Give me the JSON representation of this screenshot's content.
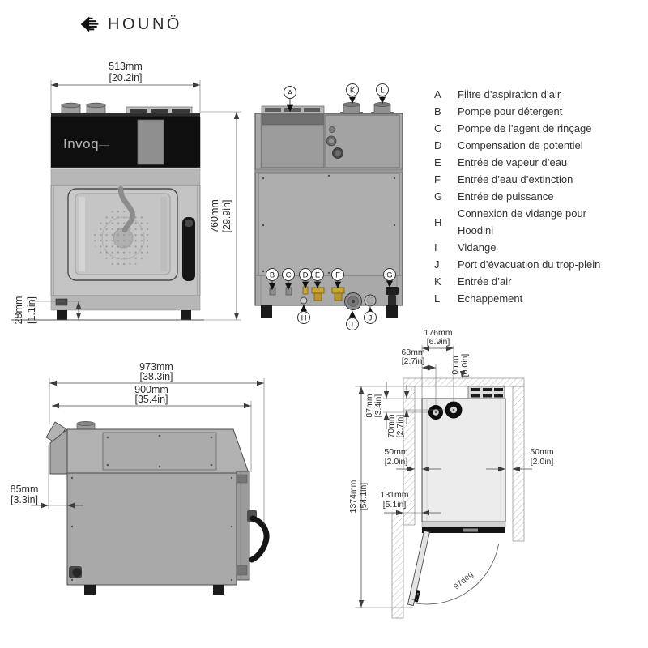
{
  "brand": {
    "name": "HOUNÖ"
  },
  "product": {
    "name": "Invoq"
  },
  "legend": {
    "items": [
      {
        "key": "A",
        "label": "Filtre d’aspiration d’air"
      },
      {
        "key": "B",
        "label": "Pompe pour détergent"
      },
      {
        "key": "C",
        "label": "Pompe de l’agent de rinçage"
      },
      {
        "key": "D",
        "label": "Compensation de potentiel"
      },
      {
        "key": "E",
        "label": "Entrée de vapeur d’eau"
      },
      {
        "key": "F",
        "label": "Entrée d’eau d’extinction"
      },
      {
        "key": "G",
        "label": "Entrée de puissance"
      },
      {
        "key": "H",
        "label": "Connexion de vidange pour",
        "label2": "Hoodini"
      },
      {
        "key": "I",
        "label": "Vidange"
      },
      {
        "key": "J",
        "label": "Port d’évacuation du trop-plein"
      },
      {
        "key": "K",
        "label": "Entrée d’air"
      },
      {
        "key": "L",
        "label": "Echappement"
      }
    ]
  },
  "front_view": {
    "width_mm": "513mm",
    "width_in": "[20.2in]",
    "height_mm": "760mm",
    "height_in": "[29.9in]",
    "feet_mm": "28mm",
    "feet_in": "[1.1in]"
  },
  "side_view": {
    "total_depth_mm": "973mm",
    "total_depth_in": "[38.3in]",
    "body_depth_mm": "900mm",
    "body_depth_in": "[35.4in]",
    "rear_clearance_mm": "85mm",
    "rear_clearance_in": "[3.3in]"
  },
  "installation_view": {
    "pipe2_offset_mm": "176mm",
    "pipe2_offset_in": "[6.9in]",
    "pipe1_offset_mm": "68mm",
    "pipe1_offset_in": "[2.7in]",
    "rear_gap_mm": "0mm",
    "rear_gap_in": "[0.0in]",
    "pipe1_depth_mm": "87mm",
    "pipe1_depth_in": "[3.4in]",
    "pipe2_depth_mm": "70mm",
    "pipe2_depth_in": "[2.7in]",
    "left_clearance_mm": "50mm",
    "left_clearance_in": "[2.0in]",
    "right_clearance_mm": "50mm",
    "right_clearance_in": "[2.0in]",
    "front_left_mm": "131mm",
    "front_left_in": "[5.1in]",
    "total_depth_mm": "1374mm",
    "total_depth_in": "[54.1in]",
    "door_angle": "97deg"
  }
}
